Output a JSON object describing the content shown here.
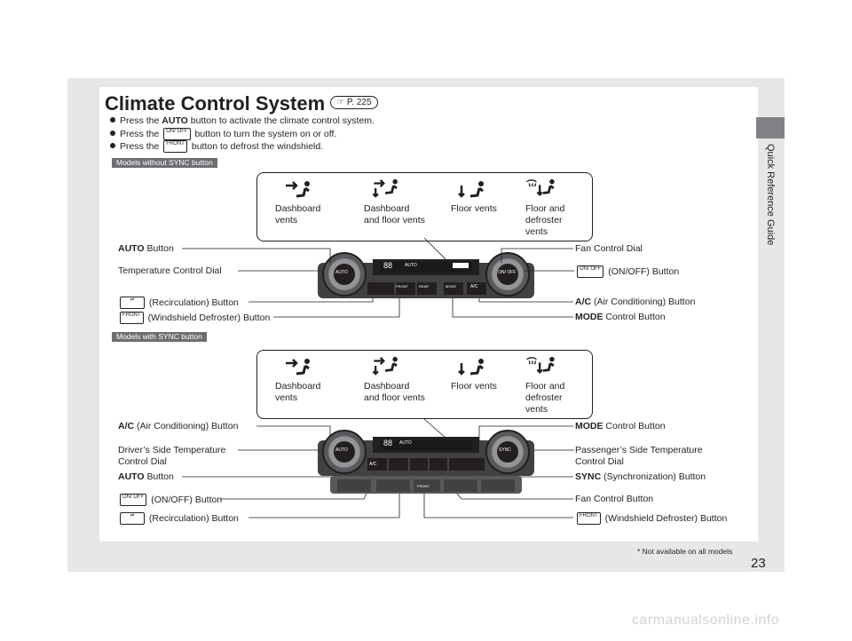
{
  "side_label": "Quick Reference Guide",
  "title": "Climate Control System",
  "title_ref": "P. 225",
  "bullets": [
    {
      "pre": "Press the ",
      "bold": "AUTO",
      "post": " button to activate the climate control system.",
      "icon": ""
    },
    {
      "pre": "Press the ",
      "bold": "",
      "post": " button to turn the system on or off.",
      "icon": "ON/ OFF"
    },
    {
      "pre": "Press the ",
      "bold": "",
      "post": " button to defrost the windshield.",
      "icon": "FRONT"
    }
  ],
  "section1": {
    "tag": "Models without SYNC button",
    "modes": [
      "Dashboard vents",
      "Dashboard and floor vents",
      "Floor vents",
      "Floor and defroster vents"
    ],
    "labels_left": [
      {
        "bold": "AUTO",
        "text": " Button"
      },
      {
        "bold": "",
        "text": "Temperature Control Dial"
      },
      {
        "bold": "",
        "text": "(Recirculation) Button",
        "icon": "recirc-icon"
      },
      {
        "bold": "",
        "text": "(Windshield Defroster) Button",
        "icon": "FRONT"
      }
    ],
    "labels_right": [
      {
        "bold": "",
        "text": "Fan Control Dial"
      },
      {
        "bold": "",
        "text": "(ON/OFF) Button",
        "icon": "ON/ OFF"
      },
      {
        "bold": "A/C",
        "text": " (Air Conditioning) Button"
      },
      {
        "bold": "MODE",
        "text": " Control Button"
      }
    ],
    "panel": {
      "display": "88",
      "left_dial": "AUTO",
      "right_dial": "ON/ OFF",
      "ac": "A/C",
      "btn_front": "FRONT",
      "btn_rear": "REAR",
      "btn_mode": "MODE",
      "auto_text": "AUTO"
    }
  },
  "section2": {
    "tag": "Models with SYNC button",
    "modes": [
      "Dashboard vents",
      "Dashboard and floor vents",
      "Floor vents",
      "Floor and defroster vents"
    ],
    "labels_left": [
      {
        "bold": "A/C",
        "text": " (Air Conditioning) Button"
      },
      {
        "bold": "",
        "text": "Driver’s Side Temperature Control Dial"
      },
      {
        "bold": "AUTO",
        "text": " Button"
      },
      {
        "bold": "",
        "text": "(ON/OFF) Button",
        "icon": "ON/ OFF"
      },
      {
        "bold": "",
        "text": "(Recirculation) Button",
        "icon": "recirc-icon"
      }
    ],
    "labels_right": [
      {
        "bold": "MODE",
        "text": " Control Button"
      },
      {
        "bold": "",
        "text": "Passenger’s Side Temperature Control Dial"
      },
      {
        "bold": "SYNC",
        "text": " (Synchronization) Button"
      },
      {
        "bold": "",
        "text": "Fan Control Button"
      },
      {
        "bold": "",
        "text": "(Windshield Defroster) Button",
        "icon": "FRONT"
      }
    ],
    "panel": {
      "display": "88",
      "left_dial": "AUTO",
      "right_dial": "SYNC",
      "ac": "A/C",
      "btn_front": "FRONT",
      "auto_text": "AUTO"
    }
  },
  "footnote": "* Not available on all models",
  "page_number": "23",
  "watermark": "carmanualsonline.info"
}
